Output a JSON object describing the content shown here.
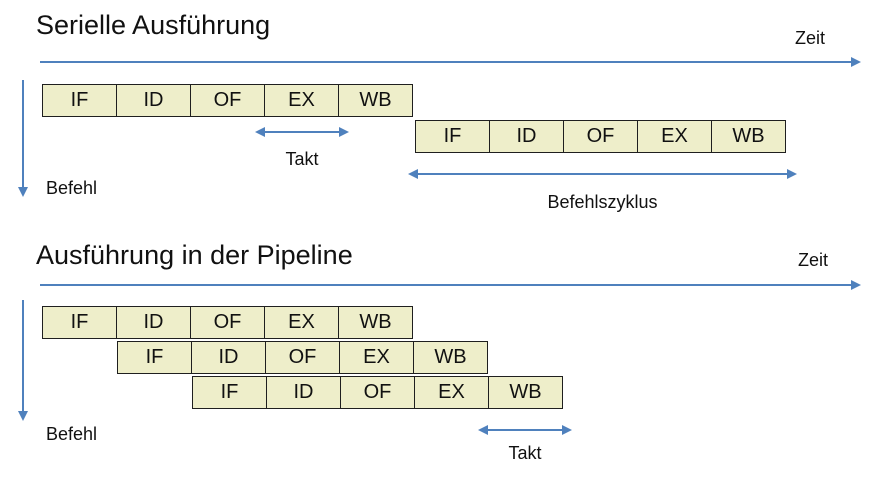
{
  "stages": [
    "IF",
    "ID",
    "OF",
    "EX",
    "WB"
  ],
  "serial": {
    "title": "Serielle Ausführung",
    "zeit_label": "Zeit",
    "befehl_label": "Befehl",
    "takt_label": "Takt",
    "befehlszyklus_label": "Befehlszyklus"
  },
  "pipeline": {
    "title": "Ausführung in der Pipeline",
    "zeit_label": "Zeit",
    "befehl_label": "Befehl",
    "takt_label": "Takt"
  },
  "colors": {
    "arrow_blue": "#4f81bd",
    "box_fill": "#eeeeca",
    "box_border": "#1f1f1f"
  }
}
